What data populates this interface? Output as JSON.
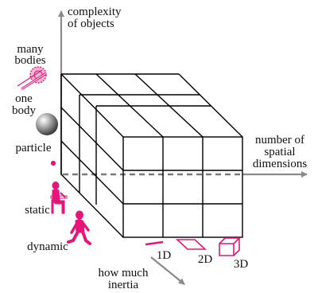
{
  "axes": {
    "vertical": [
      "complexity",
      "of objects"
    ],
    "horizontal": [
      "number of",
      "spatial",
      "dimensions"
    ],
    "diagonal": [
      "how much",
      "inertia"
    ]
  },
  "complexity_levels": {
    "many": [
      "many",
      "bodies"
    ],
    "one": [
      "one",
      "body"
    ],
    "particle": "particle"
  },
  "inertia_levels": {
    "static": "static",
    "dynamic": "dynamic"
  },
  "dimensions": [
    "1D",
    "2D",
    "3D"
  ],
  "icons": {
    "many_bodies": "gear-cluster-icon",
    "one_body": "sphere-icon",
    "particle": "dot-icon",
    "static": "sitting-figure-icon",
    "dynamic": "walking-figure-icon",
    "dim_1d": "line-segment-icon",
    "dim_2d": "parallelogram-icon",
    "dim_3d": "box-icon"
  },
  "colors": {
    "accent": "#e5157a",
    "axis": "#8a8a8a",
    "edge": "#000000"
  }
}
